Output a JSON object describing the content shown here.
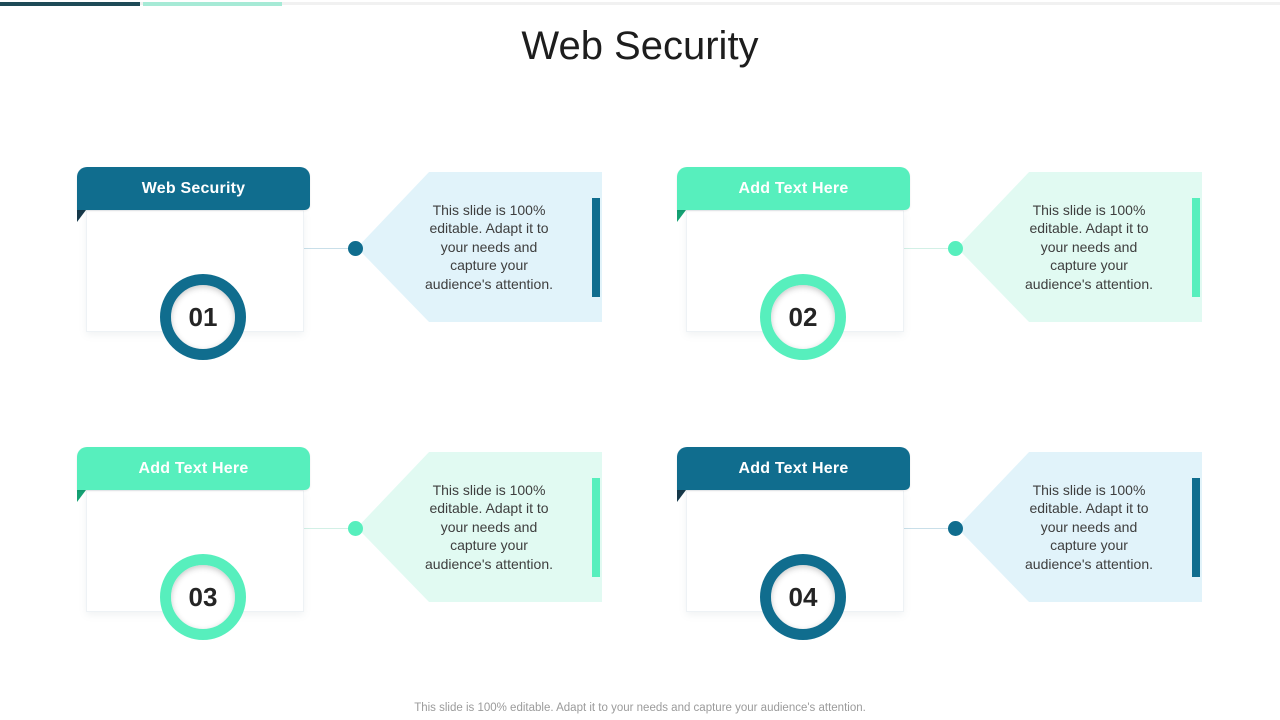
{
  "slide": {
    "title": "Web Security",
    "footer": "This slide is 100% editable. Adapt it to your needs and capture your audience's attention."
  },
  "colors": {
    "teal": "#106D8E",
    "teal_fold": "#16394A",
    "teal_light": "#E1F3FA",
    "mint": "#57EFBD",
    "mint_fold": "#14A173",
    "mint_light": "#E1FAF2",
    "topbar_dark": "#1E4A57",
    "topbar_mint": "#A6EAD6"
  },
  "cards": [
    {
      "number": "01",
      "banner_label": "Web Security",
      "theme": "teal",
      "note": "This slide is 100% editable. Adapt it to your needs and capture your audience's attention."
    },
    {
      "number": "02",
      "banner_label": "Add Text Here",
      "theme": "mint",
      "note": "This slide is 100% editable. Adapt it to your needs and capture your audience's attention."
    },
    {
      "number": "03",
      "banner_label": "Add Text Here",
      "theme": "mint",
      "note": "This slide is 100% editable. Adapt it to your needs and capture your audience's attention."
    },
    {
      "number": "04",
      "banner_label": "Add Text Here",
      "theme": "teal",
      "note": "This slide is 100% editable. Adapt it to your needs and capture your audience's attention."
    }
  ]
}
